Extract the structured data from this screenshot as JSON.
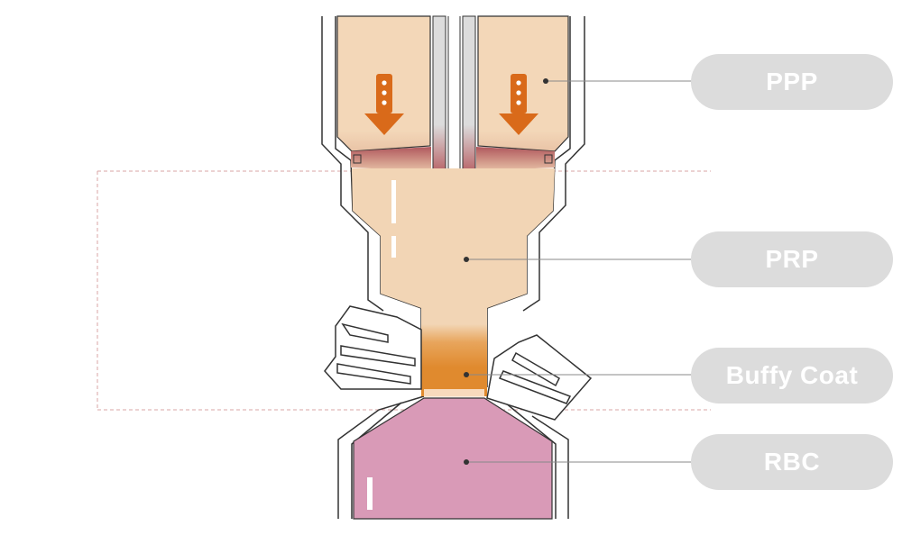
{
  "labels": {
    "ppp": "PPP",
    "prp": "PRP",
    "buffy_coat": "Buffy Coat",
    "rbc": "RBC"
  },
  "colors": {
    "ppp_fill": "#f3d7b8",
    "prp_fill": "#f2d5b5",
    "buffy_fill": "#e08a2e",
    "rbc_fill": "#d99ab7",
    "arrow": "#d96a1a",
    "separator_band": "#b86a6a",
    "pill_bg": "#dcdcdc",
    "outline": "#333333",
    "leader_line": "#888888",
    "dashed_guide": "#d9a5a5"
  },
  "icons": [
    "down-arrow-icon",
    "indicator-dot-icon"
  ]
}
